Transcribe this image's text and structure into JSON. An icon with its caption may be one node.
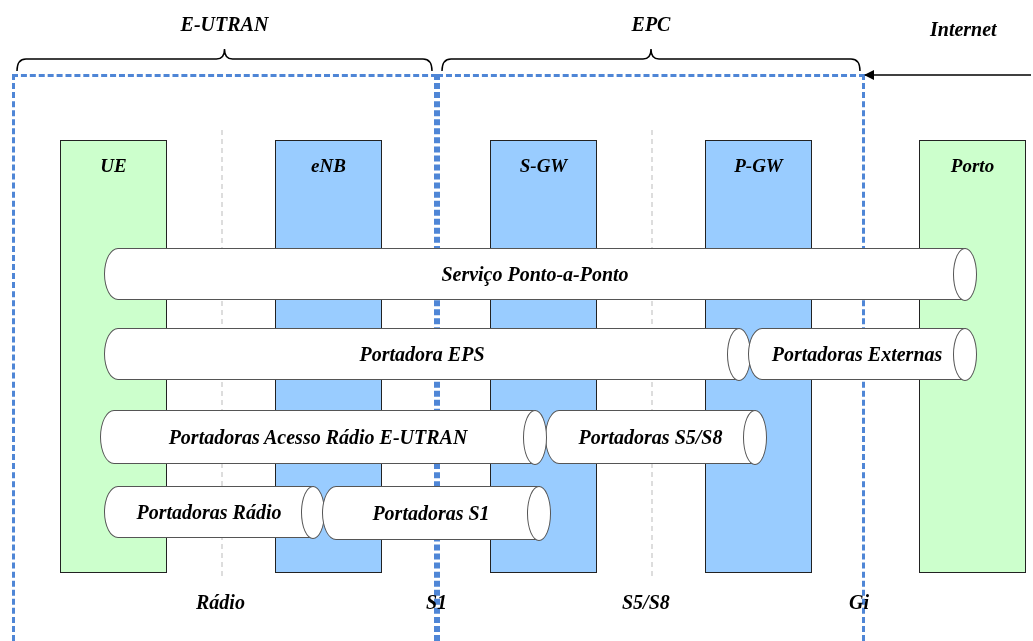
{
  "diagram": {
    "nodes": [
      {
        "text": [
          "E-UTRAN"
        ]
      },
      {
        "text": [
          "UE"
        ],
        "in": 0
      },
      {
        "text": [
          "eNB"
        ],
        "in": 0
      },
      {
        "text": [
          "EPC"
        ]
      },
      {
        "text": [
          "S-GW"
        ],
        "in": 3
      },
      {
        "text": [
          "P-GW"
        ],
        "in": 3
      },
      {
        "text": [
          "Porto"
        ]
      },
      {
        "text": [
          "Serviço Ponto-a-Ponto"
        ]
      },
      {
        "text": [
          "Portadora EPS"
        ]
      },
      {
        "text": [
          "Portadoras Externas"
        ]
      },
      {
        "text": [
          "Portadoras Acesso Rádio E-UTRAN"
        ]
      },
      {
        "text": [
          "Portadoras S5/S8"
        ],
        "in": 3
      },
      {
        "text": [
          "Portadoras Rádio"
        ],
        "in": 0
      },
      {
        "text": [
          "Portadoras S1"
        ]
      }
    ],
    "edges": [
      {
        "from": null,
        "to": 3,
        "arrow": "to"
      }
    ],
    "labels": [
      "Internet",
      "Rádio",
      "S1",
      "S5/S8",
      "Gi"
    ]
  }
}
